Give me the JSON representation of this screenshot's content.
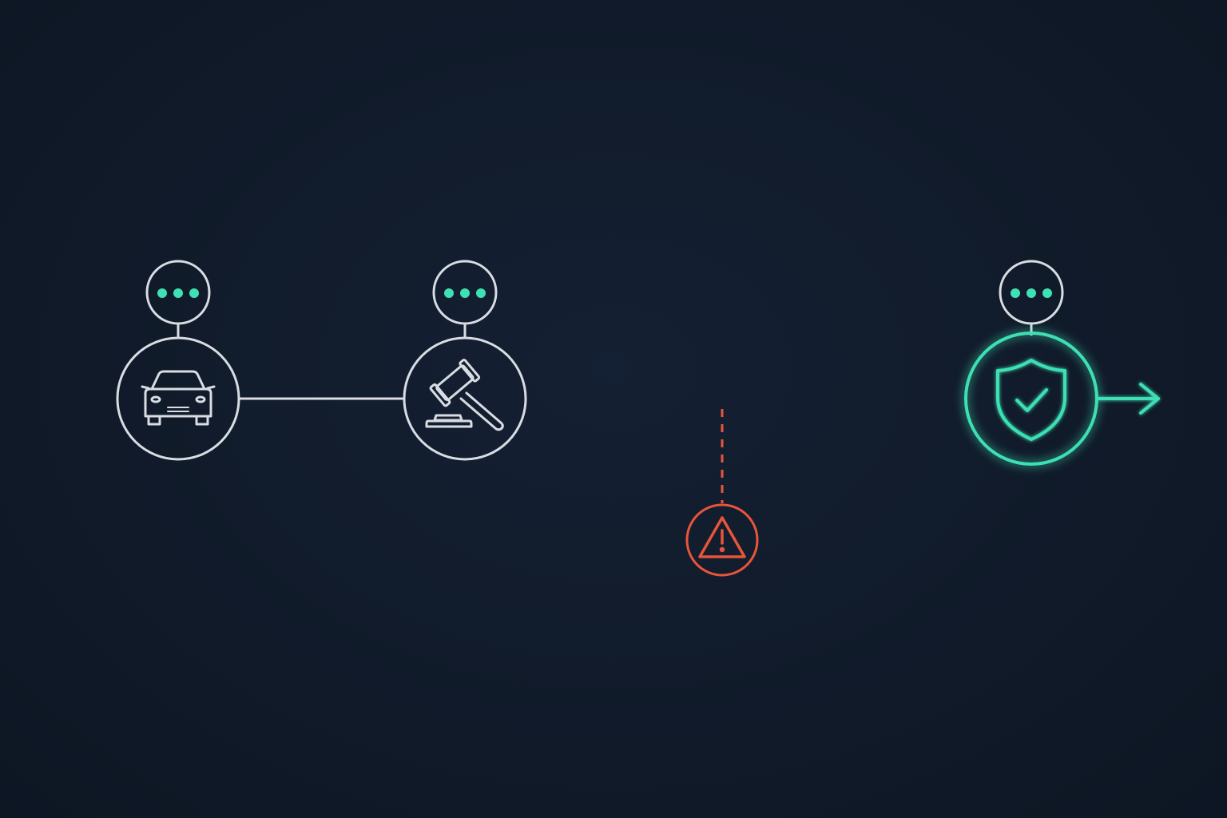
{
  "colors": {
    "background": "#111b2b",
    "node_stroke": "#d9dde3",
    "accent": "#3ee0b4",
    "warning": "#e8553a"
  },
  "nodes": [
    {
      "id": "vehicle",
      "icon": "car-icon",
      "status": "normal",
      "has_chat_bubble": true
    },
    {
      "id": "judgment",
      "icon": "gavel-icon",
      "status": "normal",
      "has_chat_bubble": true
    },
    {
      "id": "protection",
      "icon": "shield-check-icon",
      "status": "active",
      "has_chat_bubble": true
    }
  ],
  "branch": {
    "icon": "warning-triangle-icon",
    "status": "alert"
  },
  "connectors": [
    {
      "from": "vehicle",
      "to": "judgment",
      "style": "solid"
    },
    {
      "from": "judgment",
      "to": "protection",
      "style": "dotted"
    },
    {
      "from": "judgment-protection-link",
      "to": "warning",
      "style": "dashed"
    },
    {
      "from": "protection",
      "to": "exit",
      "style": "arrow"
    }
  ]
}
